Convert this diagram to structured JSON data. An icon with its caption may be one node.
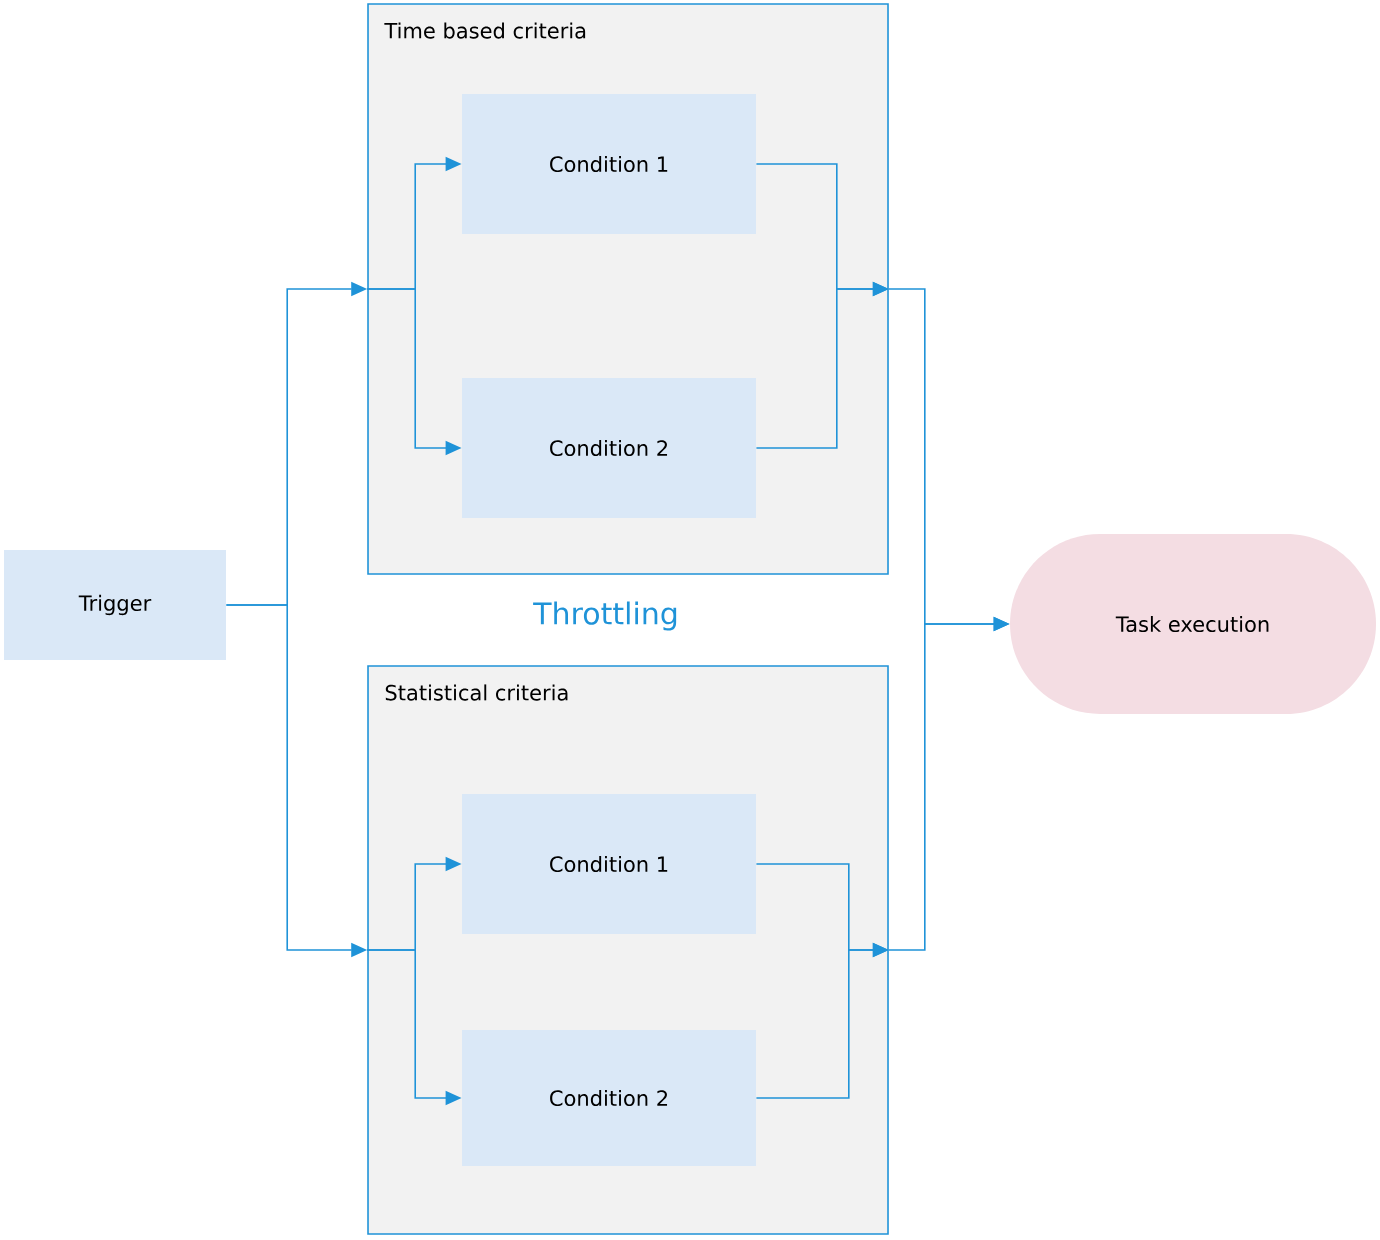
{
  "diagram": {
    "nodes": [
      {
        "text": [
          "Trigger"
        ]
      },
      {
        "text": [
          "Time based criteria"
        ]
      },
      {
        "text": [
          "Condition 1"
        ],
        "in": 1
      },
      {
        "text": [
          "Condition 2"
        ],
        "in": 1
      },
      {
        "text": [
          "Statistical criteria"
        ]
      },
      {
        "text": [
          "Condition 1"
        ],
        "in": 4
      },
      {
        "text": [
          "Condition 2"
        ],
        "in": 4
      },
      {
        "text": [
          "Task execution"
        ]
      }
    ],
    "edges": [
      {
        "from": 0,
        "to": 1,
        "arrow": "to"
      },
      {
        "from": 0,
        "to": 4,
        "arrow": "to"
      },
      {
        "from": 1,
        "to": 2,
        "arrow": "to"
      },
      {
        "from": 1,
        "to": 3,
        "arrow": "to"
      },
      {
        "from": 2,
        "to": 1,
        "arrow": "to"
      },
      {
        "from": 3,
        "to": 1,
        "arrow": "to"
      },
      {
        "from": 4,
        "to": 5,
        "arrow": "to"
      },
      {
        "from": 4,
        "to": 6,
        "arrow": "to"
      },
      {
        "from": 5,
        "to": 4,
        "arrow": "to"
      },
      {
        "from": 6,
        "to": 4,
        "arrow": "to"
      },
      {
        "from": 1,
        "to": 7,
        "arrow": "to"
      },
      {
        "from": 4,
        "to": 7,
        "arrow": "to"
      }
    ],
    "labels": [
      "Throttling"
    ]
  }
}
